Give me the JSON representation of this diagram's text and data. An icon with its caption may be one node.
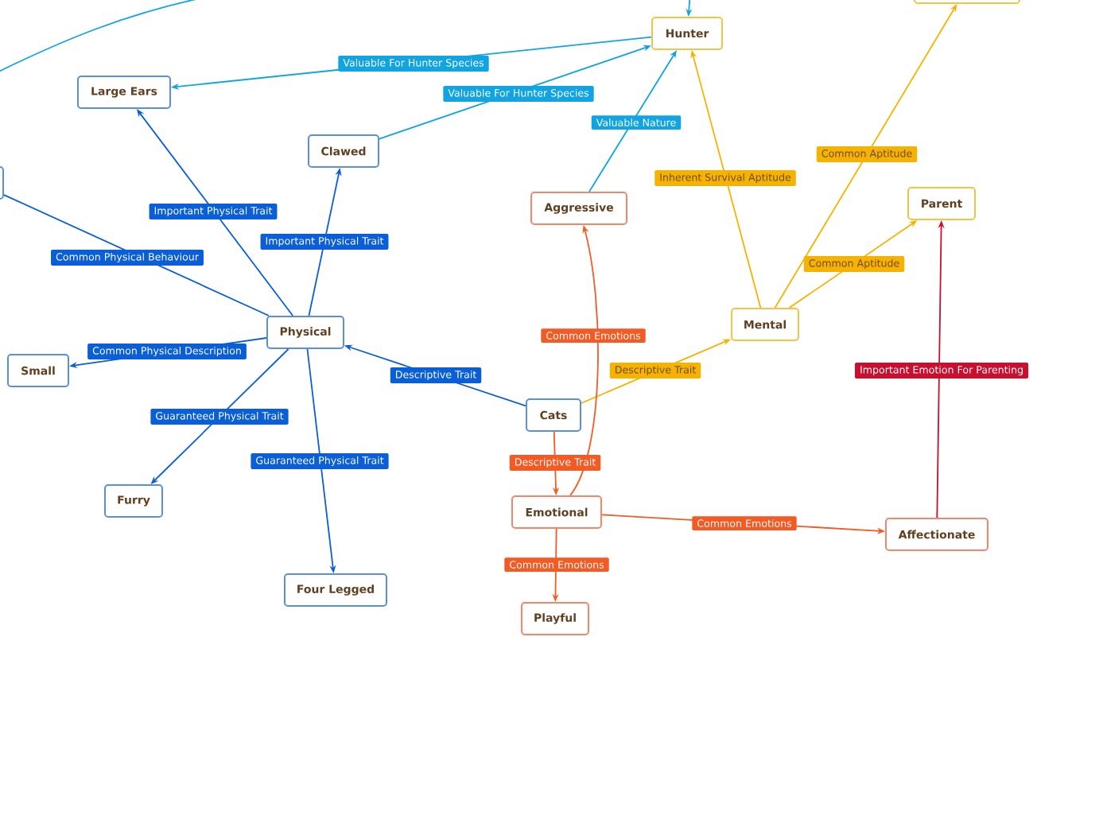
{
  "diagram": {
    "nodes": [
      {
        "text": [
          "Hunter"
        ]
      },
      {
        "text": [],
        "shape": "box"
      },
      {
        "text": [
          "Large Ears"
        ]
      },
      {
        "text": [
          "Clawed"
        ]
      },
      {
        "text": [],
        "shape": "box"
      },
      {
        "text": [
          "Aggressive"
        ]
      },
      {
        "text": [
          "Parent"
        ]
      },
      {
        "text": [
          "Physical"
        ]
      },
      {
        "text": [
          "Mental"
        ]
      },
      {
        "text": [
          "Small"
        ]
      },
      {
        "text": [
          "Cats"
        ]
      },
      {
        "text": [
          "Furry"
        ]
      },
      {
        "text": [
          "Emotional"
        ]
      },
      {
        "text": [
          "Affectionate"
        ]
      },
      {
        "text": [
          "Four Legged"
        ]
      },
      {
        "text": [
          "Playful"
        ]
      }
    ],
    "edges": [
      {
        "from": null,
        "to": 0,
        "arrow": "to",
        "color": "#12a4e0"
      },
      {
        "from": 0,
        "to": 2,
        "label": "Valuable For Hunter Species",
        "arrow": "to",
        "color": "#12a4e0"
      },
      {
        "from": 3,
        "to": 0,
        "label": "Valuable For Hunter Species",
        "arrow": "to",
        "color": "#12a4e0"
      },
      {
        "from": 5,
        "to": 0,
        "label": "Valuable Nature",
        "arrow": "to",
        "color": "#12a4e0"
      },
      {
        "from": 7,
        "to": 2,
        "label": "Important Physical Trait",
        "arrow": "to"
      },
      {
        "from": 7,
        "to": 3,
        "label": "Important Physical Trait",
        "arrow": "to"
      },
      {
        "from": 7,
        "to": 4,
        "label": "Common Physical Behaviour",
        "arrow": "none"
      },
      {
        "from": 7,
        "to": 9,
        "label": "Common Physical Description",
        "arrow": "to"
      },
      {
        "from": 10,
        "to": 7,
        "label": "Descriptive Trait",
        "arrow": "to"
      },
      {
        "from": 7,
        "to": 11,
        "label": "Guaranteed Physical Trait",
        "arrow": "to"
      },
      {
        "from": 7,
        "to": 14,
        "label": "Guaranteed Physical Trait",
        "arrow": "to"
      },
      {
        "from": 8,
        "to": 0,
        "label": "Inherent Survival Aptitude",
        "arrow": "to",
        "color": "#f5b300"
      },
      {
        "from": 8,
        "to": 1,
        "label": "Common Aptitude",
        "arrow": "to",
        "color": "#f5b300"
      },
      {
        "from": 8,
        "to": 6,
        "label": "Common Aptitude",
        "arrow": "to",
        "color": "#f5b300"
      },
      {
        "from": 10,
        "to": 8,
        "label": "Descriptive Trait",
        "arrow": "to",
        "color": "#f5b300"
      },
      {
        "from": 12,
        "to": 5,
        "label": "Common Emotions",
        "arrow": "to",
        "color": "#f35a24"
      },
      {
        "from": 10,
        "to": 12,
        "label": "Descriptive Trait",
        "arrow": "to",
        "color": "#f35a24"
      },
      {
        "from": 12,
        "to": 13,
        "label": "Common Emotions",
        "arrow": "to",
        "color": "#f35a24"
      },
      {
        "from": 12,
        "to": 15,
        "label": "Common Emotions",
        "arrow": "to",
        "color": "#f35a24"
      },
      {
        "from": 13,
        "to": 6,
        "label": "Important Emotion For Parenting",
        "arrow": "to",
        "color": "#c8102e"
      }
    ]
  }
}
